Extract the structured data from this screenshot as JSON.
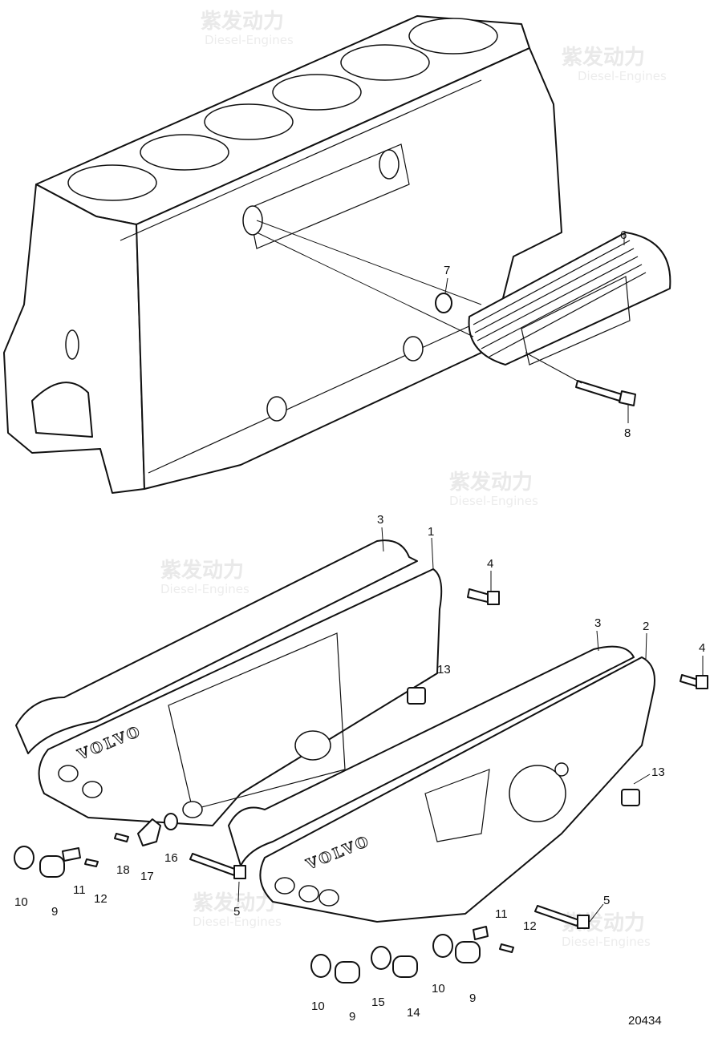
{
  "drawing_number": "20434",
  "watermark": {
    "brand": "紫发动力",
    "sub": "Diesel-Engines"
  },
  "embossed_logo": "VOLVO",
  "callouts": {
    "c1": "1",
    "c2": "2",
    "c3a": "3",
    "c3b": "3",
    "c4a": "4",
    "c4b": "4",
    "c5a": "5",
    "c5b": "5",
    "c6": "6",
    "c7": "7",
    "c8": "8",
    "c9a": "9",
    "c9b": "9",
    "c9c": "9",
    "c10a": "10",
    "c10b": "10",
    "c10c": "10",
    "c11a": "11",
    "c11b": "11",
    "c12a": "12",
    "c12b": "12",
    "c13a": "13",
    "c13b": "13",
    "c14": "14",
    "c15": "15",
    "c16": "16",
    "c17": "17",
    "c18": "18"
  }
}
